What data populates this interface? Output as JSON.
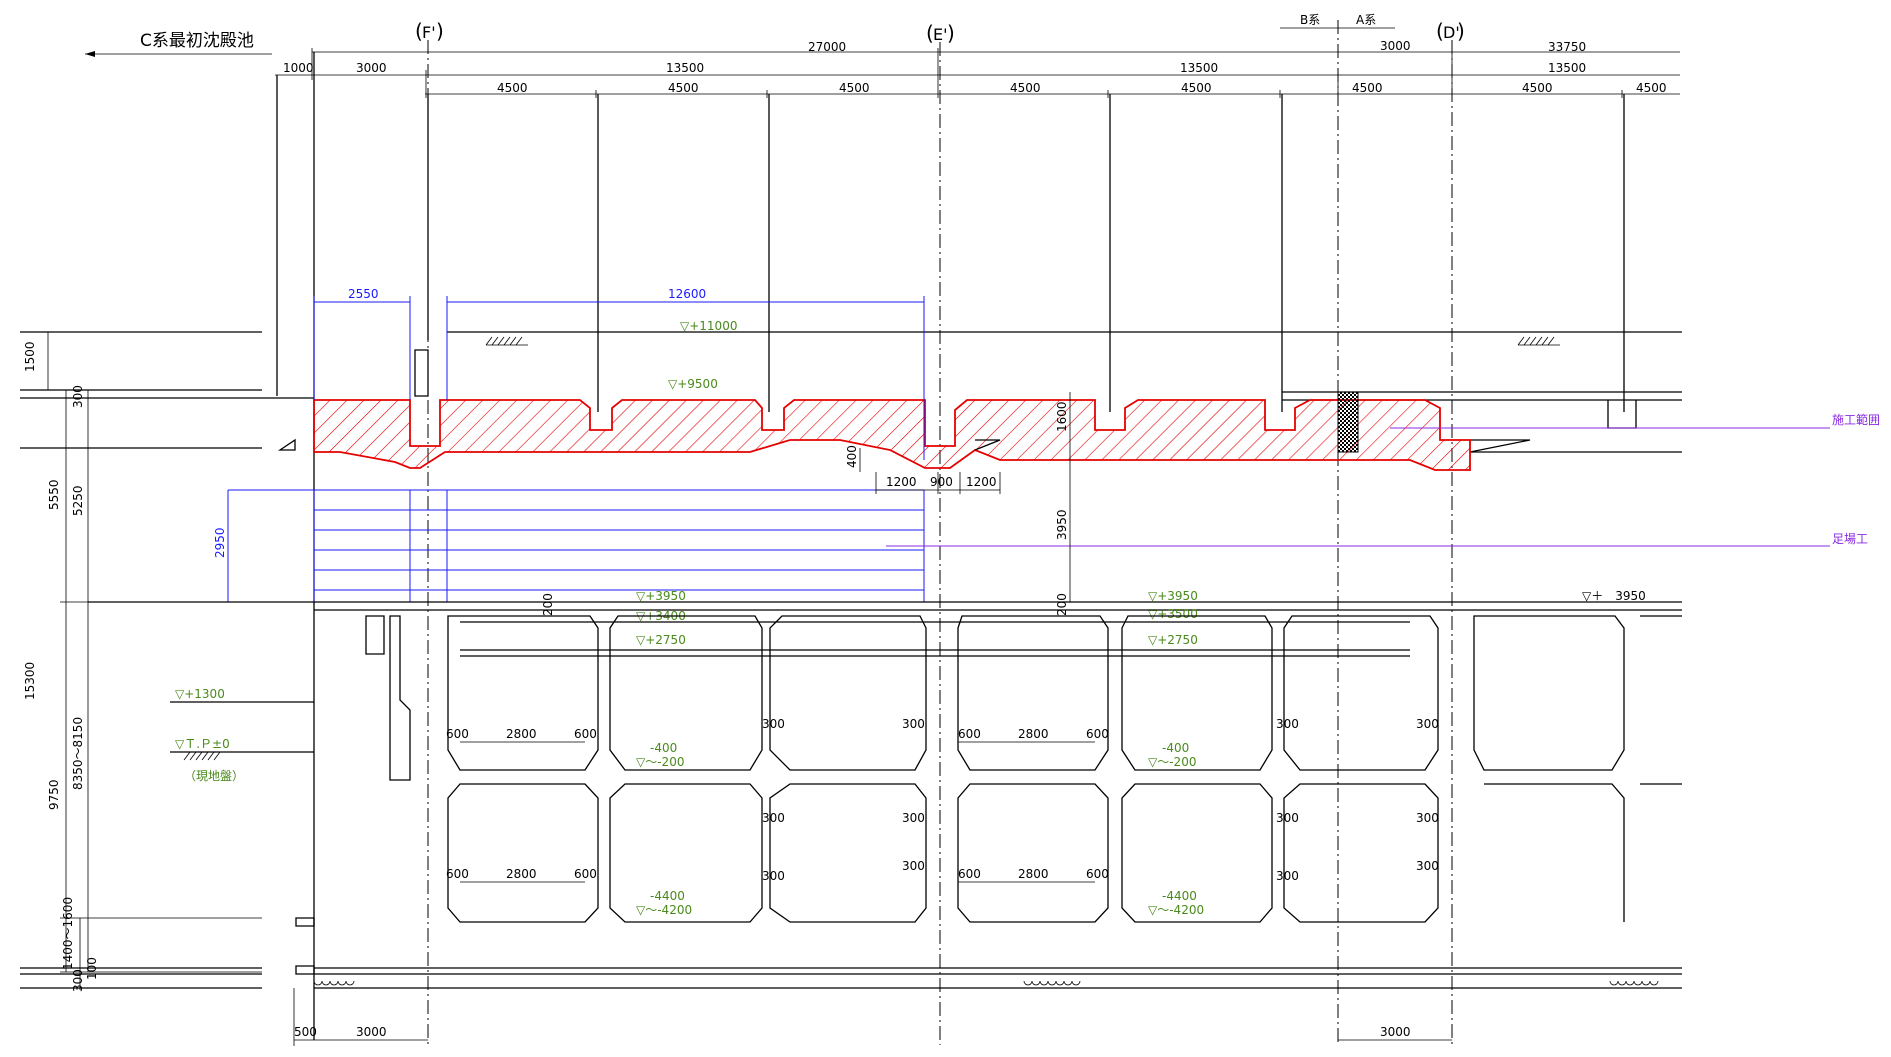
{
  "title": "C系最初沈殿池",
  "axes": [
    "F'",
    "E'",
    "D'"
  ],
  "system_labels": {
    "b": "B系",
    "a": "A系"
  },
  "dims_top": {
    "overall": "27000",
    "right_overall": "33750",
    "d1000": "1000",
    "d3000_left": "3000",
    "d13500_left": "13500",
    "d13500_mid": "13500",
    "d3000_right": "3000",
    "d13500_right": "13500",
    "d4500": "4500",
    "bottom_500": "500",
    "bottom_3000_left": "3000",
    "bottom_3000_right": "3000"
  },
  "dims_blue": {
    "w2550": "2550",
    "w12600": "12600",
    "h2950": "2950"
  },
  "dims_left": {
    "d1500": "1500",
    "d5550": "5550",
    "d300a": "300",
    "d5250": "5250",
    "d15300": "15300",
    "d9750": "9750",
    "d8350": "8350～8150",
    "d1400": "1400～1600",
    "d300b": "300",
    "d100": "100"
  },
  "dims_mid": {
    "d1600": "1600",
    "d3950": "3950",
    "d200a": "200",
    "d200b": "200",
    "d400": "400",
    "d1200a": "1200",
    "d900": "900",
    "d1200b": "1200"
  },
  "dims_cells": {
    "d600": "600",
    "d2800": "2800",
    "d300": "300"
  },
  "levels": {
    "l11000": "▽+11000",
    "l9500": "▽+9500",
    "l3950": "▽+3950",
    "l3400": "▽+3400",
    "l2750": "▽+2750",
    "l1300": "▽+1300",
    "ltp": "▽Ｔ.Ｐ±0",
    "ground": "（現地盤）",
    "l400": "-400",
    "l200": "▽～-200",
    "l4400": "-4400",
    "l4200": "▽～-4200",
    "l3950r": "▽＋　3950",
    "l3500": "▽+3500"
  },
  "notes": {
    "work_range": "施工範囲",
    "scaffold": "足場工"
  },
  "colors": {
    "line": "#000000",
    "dimension_blue": "#1a1aff",
    "hatch_red": "#e60000",
    "level_green": "#4a8a1c",
    "note_purple": "#8a2be2"
  }
}
